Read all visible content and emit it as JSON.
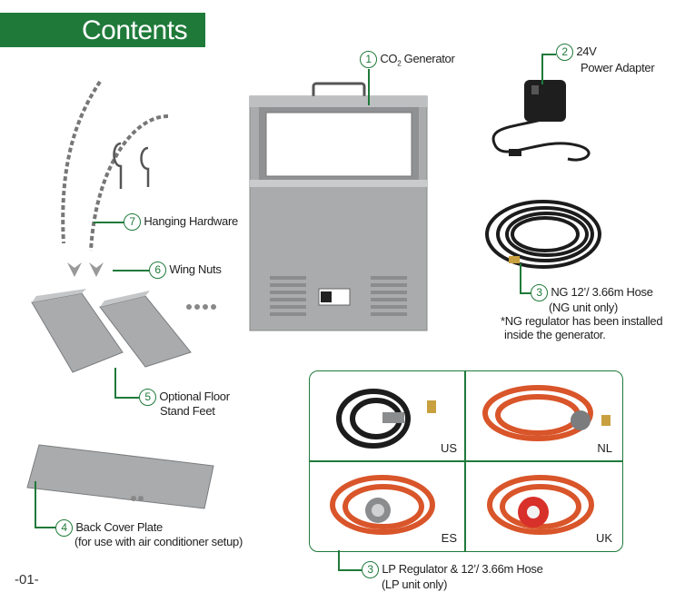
{
  "banner": {
    "title": "Contents"
  },
  "items": {
    "generator": {
      "num": "1",
      "text_a": "CO",
      "text_sub": "2",
      "text_b": " Generator"
    },
    "adapter": {
      "num": "2",
      "line1": "24V",
      "line2": "Power Adapter"
    },
    "ng_hose": {
      "num": "3",
      "line1": "NG 12’/ 3.66m Hose",
      "line2": "(NG unit only)",
      "note1": "*NG regulator has been installed",
      "note2": "inside the generator."
    },
    "lp_hose": {
      "num": "3",
      "line1": "LP Regulator & 12’/ 3.66m Hose",
      "line2": "(LP unit only)"
    },
    "back_plate": {
      "num": "4",
      "line1": "Back Cover Plate",
      "line2": "(for use with air conditioner setup)"
    },
    "floor_feet": {
      "num": "5",
      "line1": "Optional Floor",
      "line2": "Stand Feet"
    },
    "wing_nuts": {
      "num": "6",
      "line1": "Wing Nuts"
    },
    "hanging": {
      "num": "7",
      "line1": "Hanging Hardware"
    }
  },
  "regions": [
    "US",
    "NL",
    "ES",
    "UK"
  ],
  "page_number": "-01-",
  "colors": {
    "accent": "#1f7a3a",
    "generator": "#a9abad",
    "hose_red": "#d9552a",
    "hose_black": "#1c1c1c"
  }
}
